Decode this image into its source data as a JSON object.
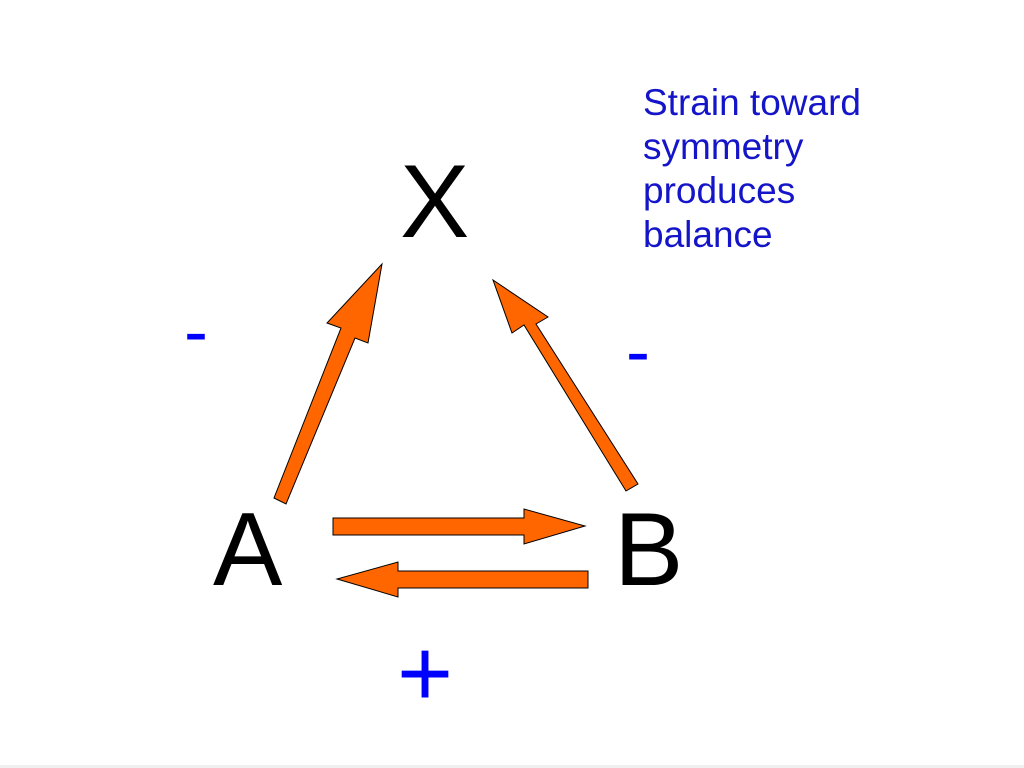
{
  "diagram": {
    "nodes": {
      "x": "X",
      "a": "A",
      "b": "B"
    },
    "signs": {
      "a_to_x": "-",
      "b_to_x": "-",
      "a_b": "+"
    },
    "caption": {
      "lines": [
        "Strain toward",
        "symmetry",
        "produces",
        "balance"
      ]
    },
    "edges": [
      {
        "from": "A",
        "to": "X"
      },
      {
        "from": "B",
        "to": "X"
      },
      {
        "from": "A",
        "to": "B"
      },
      {
        "from": "B",
        "to": "A"
      }
    ]
  },
  "colors": {
    "arrow_fill": "#ff6600",
    "arrow_outline": "#000000",
    "sign_color": "#0000ff",
    "caption_color": "#1414c8",
    "node_color": "#000000",
    "background": "#ffffff"
  }
}
